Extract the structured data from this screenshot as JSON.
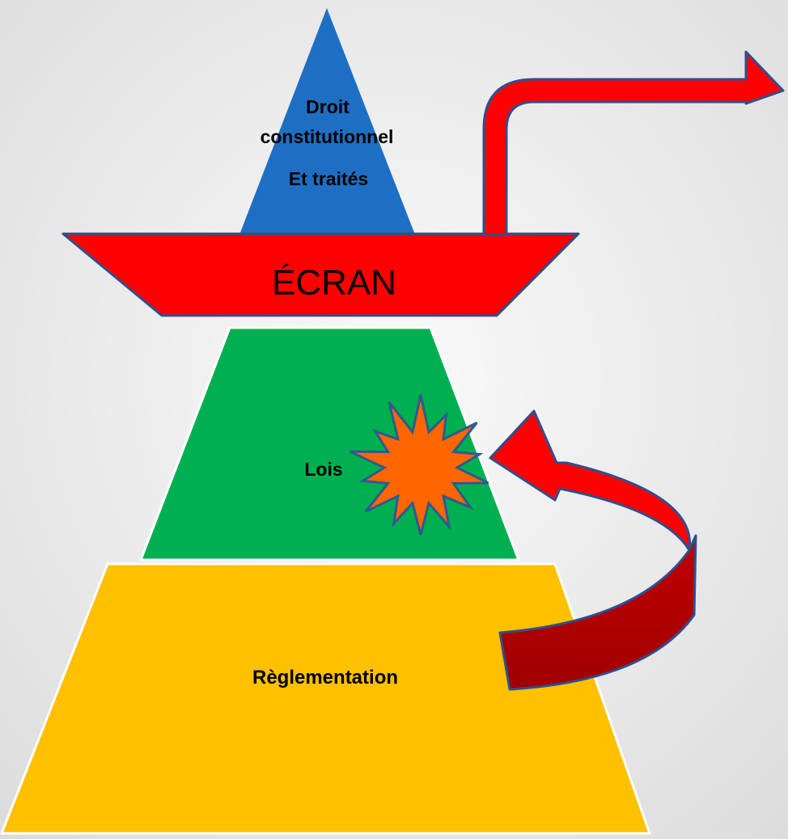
{
  "diagram": {
    "top_tier": {
      "line1": "Droit",
      "line2": "constitutionnel",
      "line3": "Et traités",
      "color": "#1e6fc4"
    },
    "screen": {
      "label": "ÉCRAN",
      "color": "#ff0000"
    },
    "middle_tier": {
      "label": "Lois",
      "color": "#00b050"
    },
    "bottom_tier": {
      "label": "Règlementation",
      "color": "#ffc000"
    },
    "burst": {
      "color": "#ff6600"
    },
    "arrows": {
      "color": "#ff0000",
      "shade": "#c00000",
      "outline": "#2e4f8f"
    }
  }
}
